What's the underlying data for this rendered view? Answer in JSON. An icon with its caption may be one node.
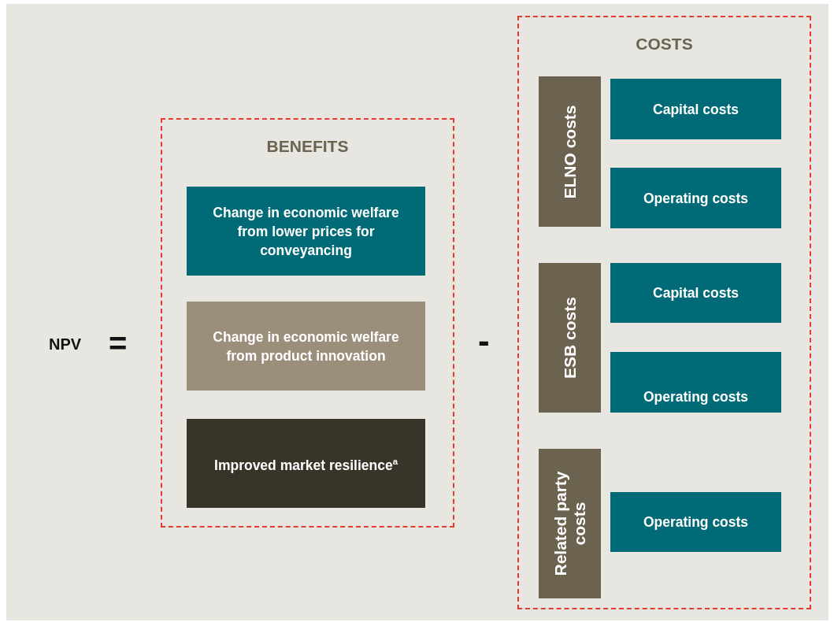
{
  "diagram": {
    "nodes": [
      {
        "text": [
          "BENEFITS"
        ]
      },
      {
        "text": [
          "Change in economic welfare from lower prices for conveyancing"
        ],
        "in": 0
      },
      {
        "text": [
          "Change in economic welfare from product innovation"
        ],
        "in": 0
      },
      {
        "text": [
          "Improved market resilience$^{a}$"
        ],
        "in": 0
      },
      {
        "text": [
          "COSTS"
        ]
      },
      {
        "text": [
          "ELNO costs"
        ],
        "in": 4
      },
      {
        "text": [
          "Capital costs"
        ],
        "in": 4
      },
      {
        "text": [
          "Operating costs"
        ],
        "in": 4
      },
      {
        "text": [
          "ESB costs"
        ],
        "in": 4
      },
      {
        "text": [
          "Capital costs"
        ],
        "in": 4
      },
      {
        "text": [
          "Operating costs"
        ],
        "in": 4
      },
      {
        "text": [
          "Related party costs"
        ],
        "in": 4
      },
      {
        "text": [
          "Operating costs"
        ],
        "in": 4
      }
    ],
    "labels": [
      "NPV",
      "=",
      "-"
    ]
  }
}
